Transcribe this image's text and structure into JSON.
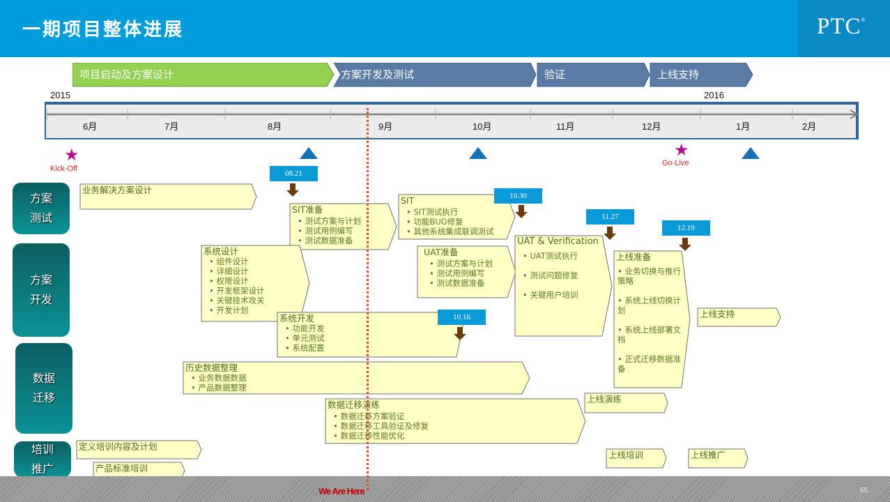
{
  "header": {
    "title": "一期项目整体进展",
    "logo": "PTC",
    "logo_mark": "®"
  },
  "phases": [
    {
      "label": "项目启动及方案设计",
      "color": "#92d050"
    },
    {
      "label": "方案开发及测试",
      "color": "#5a7ba6"
    },
    {
      "label": "验证",
      "color": "#5a7ba6"
    },
    {
      "label": "上线支持",
      "color": "#5a7ba6"
    }
  ],
  "timeline": {
    "year_start": "2015",
    "year_end": "2016",
    "months": [
      "6月",
      "7月",
      "8月",
      "9月",
      "10月",
      "11月",
      "12月",
      "1月",
      "2月"
    ]
  },
  "milestones": {
    "kickoff": "Kick-Off",
    "golive": "Go-Live"
  },
  "categories": [
    "方案\n测试",
    "方案\n开发",
    "数据\n迁移",
    "培训\n推广"
  ],
  "category_lines": [
    [
      "方案",
      "测试"
    ],
    [
      "方案",
      "开发"
    ],
    [
      "数据",
      "迁移"
    ],
    [
      "培训",
      "推广"
    ]
  ],
  "dates": [
    "08.21",
    "10.30",
    "11.27",
    "12.19",
    "10.16"
  ],
  "tasks": {
    "biz_design": {
      "title": "业务解决方案设计"
    },
    "sit_prep": {
      "title": "SIT准备",
      "items": [
        "测试方案与计划",
        "测试用例编写",
        "测试数据准备"
      ]
    },
    "sit": {
      "title": "SIT",
      "items": [
        "SIT测试执行",
        "功能BUG修复",
        "其他系统集成联调测试"
      ]
    },
    "uat_prep": {
      "title": "UAT准备",
      "items": [
        "测试方案与计划",
        "测试用例编写",
        "测试数据准备"
      ]
    },
    "uat": {
      "title": "UAT & Verification",
      "items": [
        "UAT测试执行",
        "测试问题修复",
        "关键用户培训"
      ]
    },
    "golive_prep": {
      "title": "上线准备",
      "items": [
        "业务切换与推行策略",
        "系统上线切换计划",
        "系统上线部署文档",
        "正式迁移数据准备"
      ]
    },
    "golive_support": {
      "title": "上线支持"
    },
    "sys_design": {
      "title": "系统设计",
      "items": [
        "组件设计",
        "详细设计",
        "权限设计",
        "开发框架设计",
        "关键技术攻关",
        "开发计划"
      ]
    },
    "sys_dev": {
      "title": "系统开发",
      "items": [
        "功能开发",
        "单元测试",
        "系统配置"
      ]
    },
    "hist_data": {
      "title": "历史数据整理",
      "items": [
        "业务数据数据",
        "产品数据整理"
      ]
    },
    "migration_drill": {
      "title": "数据迁移演练",
      "items": [
        "数据迁移方案验证",
        "数据迁移工具验证及修复",
        "数据迁移性能优化"
      ]
    },
    "golive_drill": {
      "title": "上线演练"
    },
    "training_plan": {
      "title": "定义培训内容及计划"
    },
    "std_training": {
      "title": "产品标准培训"
    },
    "golive_training": {
      "title": "上线培训"
    },
    "golive_rollout": {
      "title": "上线推广"
    }
  },
  "footer": {
    "marker": "We Are Here",
    "page": "65"
  }
}
